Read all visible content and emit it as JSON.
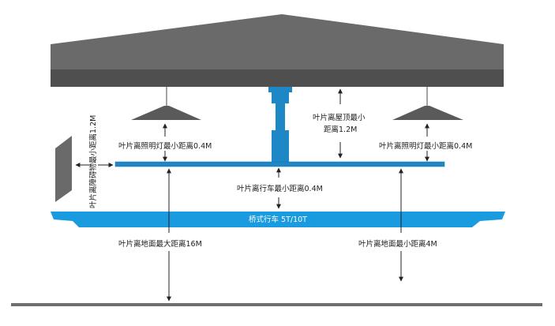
{
  "labels": {
    "ceiling_gap": [
      "叶片离屋顶最小",
      "距离1.2M"
    ],
    "light_left": "叶片离照明灯最小距离0.4M",
    "light_right": "叶片离照明灯最小距离0.4M",
    "obstacle": "叶片离障碍物最小距离1.2M",
    "crane_gap": "叶片离行车最小距离0.4M",
    "crane": "桥式行车 5T/10T",
    "floor_max": "叶片离地面最大距离16M",
    "floor_min": "叶片离地面最小距离4M"
  },
  "colors": {
    "roof": "#6a6a6a",
    "roof_band": "#4f4f4f",
    "fan": "#1e88c6",
    "crane": "#1a9be0",
    "lamp": "#5a5a5a",
    "floor": "#6e6e6e",
    "arrow": "#222222"
  }
}
